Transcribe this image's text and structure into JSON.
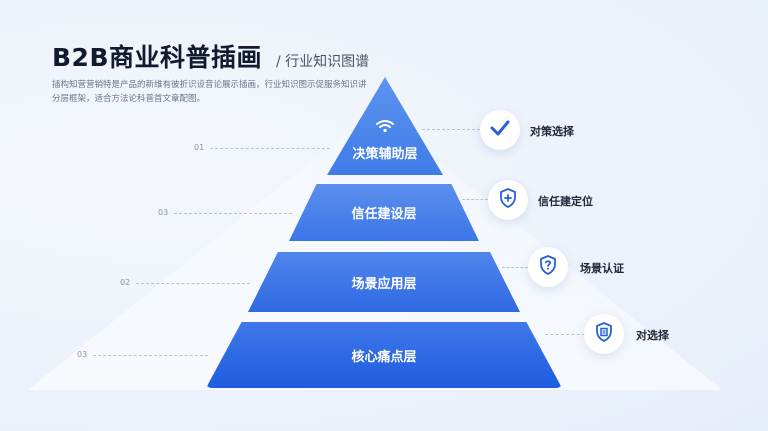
{
  "header": {
    "title": "B2B商业科普插画",
    "subtitle": "/ 行业知识图谱",
    "description": "插构知营营销特是产品的新维有彼折识设音论展示插画，行业知识图示促服务知识讲分层框架，适合方法论科普首文章配图。"
  },
  "pyramid": {
    "layers": [
      {
        "label": "决策辅助层",
        "number": "01",
        "callout": "对策选择"
      },
      {
        "label": "信任建设层",
        "number": "03",
        "callout": "信任建定位"
      },
      {
        "label": "场景应用层",
        "number": "02",
        "callout": "场景认证"
      },
      {
        "label": "核心痛点层",
        "number": "03",
        "callout": "对选择"
      }
    ]
  },
  "colors": {
    "accent": "#2f6ae3",
    "text_dark": "#111a2e",
    "icon_blue": "#2a5fd8"
  },
  "icons": [
    "wifi-icon",
    "check-icon",
    "shield-plus-icon",
    "question-shield-icon",
    "shield-doc-icon"
  ]
}
